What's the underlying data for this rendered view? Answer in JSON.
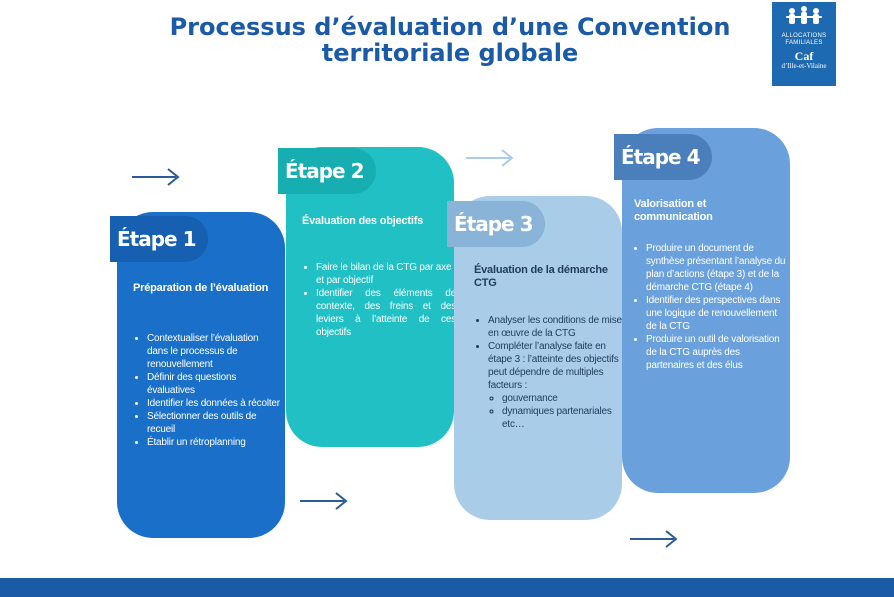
{
  "title": {
    "line1": "Processus d’évaluation d’une Convention",
    "line2": "territoriale globale"
  },
  "logo": {
    "line1": "ALLOCATIONS",
    "line2": "FAMILIALES",
    "brand": "Caf",
    "sub": "d’Ille-et-Vilaine",
    "icon": "family-figures-icon",
    "color": "#1d6ab2"
  },
  "steps": [
    {
      "tag": "Étape 1",
      "title": "Préparation de l’évaluation",
      "color": "#1a6fc9",
      "items": [
        "Contextualiser l’évaluation dans le processus de renouvellement",
        "Définir des questions évaluatives",
        "Identifier les données à récolter",
        "Sélectionner des outils de recueil",
        "Établir un rétroplanning"
      ]
    },
    {
      "tag": "Étape 2",
      "title": "Évaluation des objectifs",
      "color": "#20c0c4",
      "items": [
        "Faire le bilan de la CTG par axe et par objectif",
        "Identifier des éléments de contexte, des freins et des leviers à l’atteinte de ces objectifs"
      ]
    },
    {
      "tag": "Étape 3",
      "title": "Évaluation de la démarche CTG",
      "color": "#a9cce9",
      "items": [
        "Analyser les conditions de mise en œuvre de la CTG",
        "Compléter l’analyse faite en étape 3 : l’atteinte des objectifs peut dépendre de multiples facteurs :"
      ],
      "subitems": [
        "gouvernance",
        "dynamiques partenariales etc…"
      ]
    },
    {
      "tag": "Étape 4",
      "title": "Valorisation et communication",
      "color": "#6aa1dc",
      "items": [
        "Produire un document de synthèse présentant l’analyse du plan d’actions (étape 3) et de la démarche CTG (étape 4)",
        "Identifier des perspectives dans une logique de renouvellement de la CTG",
        "Produire un outil de valorisation de la CTG auprès des partenaires et des élus"
      ]
    }
  ],
  "colors": {
    "title": "#1a5aa6",
    "arrow_dark": "#2a5d96",
    "arrow_light": "#a9cce9",
    "footer": "#1a5aa6"
  }
}
